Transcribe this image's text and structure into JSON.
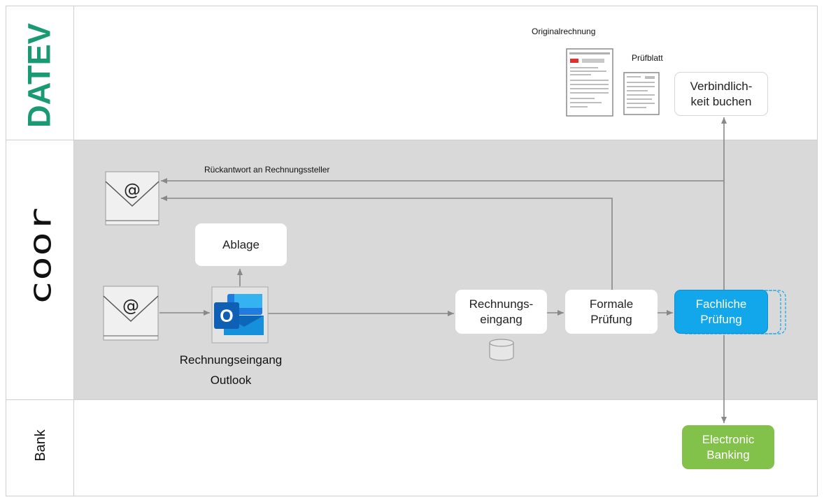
{
  "lanes": {
    "datev": "DATEV",
    "coor": "coor",
    "bank": "Bank"
  },
  "nodes": {
    "ablage": "Ablage",
    "rechnungseingang": "Rechnungs-\neingang",
    "formale_pruefung": "Formale\nPrüfung",
    "fachliche_pruefung": "Fachliche\nPrüfung",
    "verbindlichkeit": "Verbindlich-\nkeit buchen",
    "electronic_banking": "Electronic\nBanking"
  },
  "labels": {
    "outlook_line1": "Rechnungseingang",
    "outlook_line2": "Outlook",
    "rueckantwort": "Rückantwort an Rechnungssteller",
    "originalrechnung": "Originalrechnung",
    "pruefblatt": "Prüfblatt"
  },
  "icons": {
    "mail_glyph": "@",
    "outlook_glyph": "O"
  },
  "colors": {
    "datev_green": "#1a9a72",
    "coor_band": "#d9d9d9",
    "fachliche_blue": "#12a6ea",
    "banking_green": "#82c24a",
    "arrow_gray": "#888888"
  }
}
